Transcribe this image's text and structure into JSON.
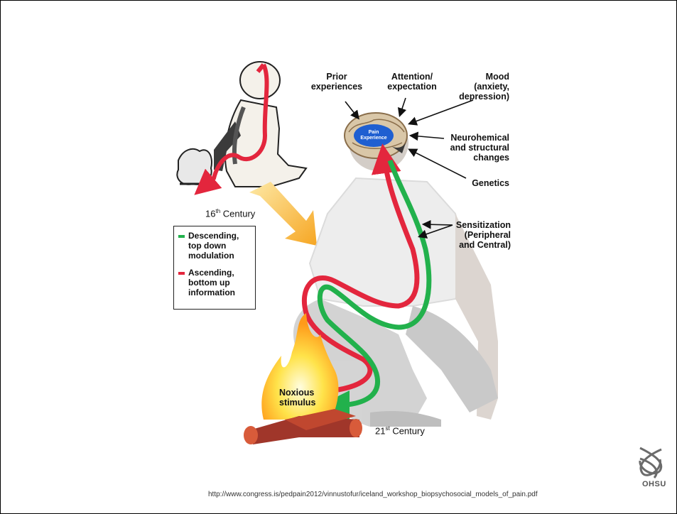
{
  "labels": {
    "prior": [
      "Prior",
      "experiences"
    ],
    "attention": [
      "Attention/",
      "expectation"
    ],
    "mood": [
      "Mood",
      "(anxiety,",
      "depression)"
    ],
    "neuro": [
      "Neurohemical",
      "and structural",
      "changes"
    ],
    "genetics": "Genetics",
    "sensitization": [
      "Sensitization",
      "(Peripheral",
      "and Central)"
    ],
    "century16_num": "16",
    "century16_sup": "th",
    "century16_word": " Century",
    "century21_num": "21",
    "century21_sup": "st",
    "century21_word": " Century",
    "noxious": [
      "Noxious",
      "stimulus"
    ],
    "pain_center": [
      "Pain",
      "Experience"
    ]
  },
  "legend": {
    "items": [
      {
        "lines": [
          "Descending,",
          "top down",
          "modulation"
        ],
        "color": "#22b14c"
      },
      {
        "lines": [
          "Ascending,",
          "bottom up",
          "information"
        ],
        "color": "#e3263d"
      }
    ]
  },
  "footer": {
    "source_url": "http://www.congress.is/pedpain2012/vinnustofur/iceland_workshop_biopsychosocial_models_of_pain.pdf",
    "logo_text": "OHSU"
  },
  "colors": {
    "descending": "#22b14c",
    "ascending": "#e3263d",
    "brain_center": "#1f5fd1",
    "arrow_orange": "#f6a623"
  }
}
